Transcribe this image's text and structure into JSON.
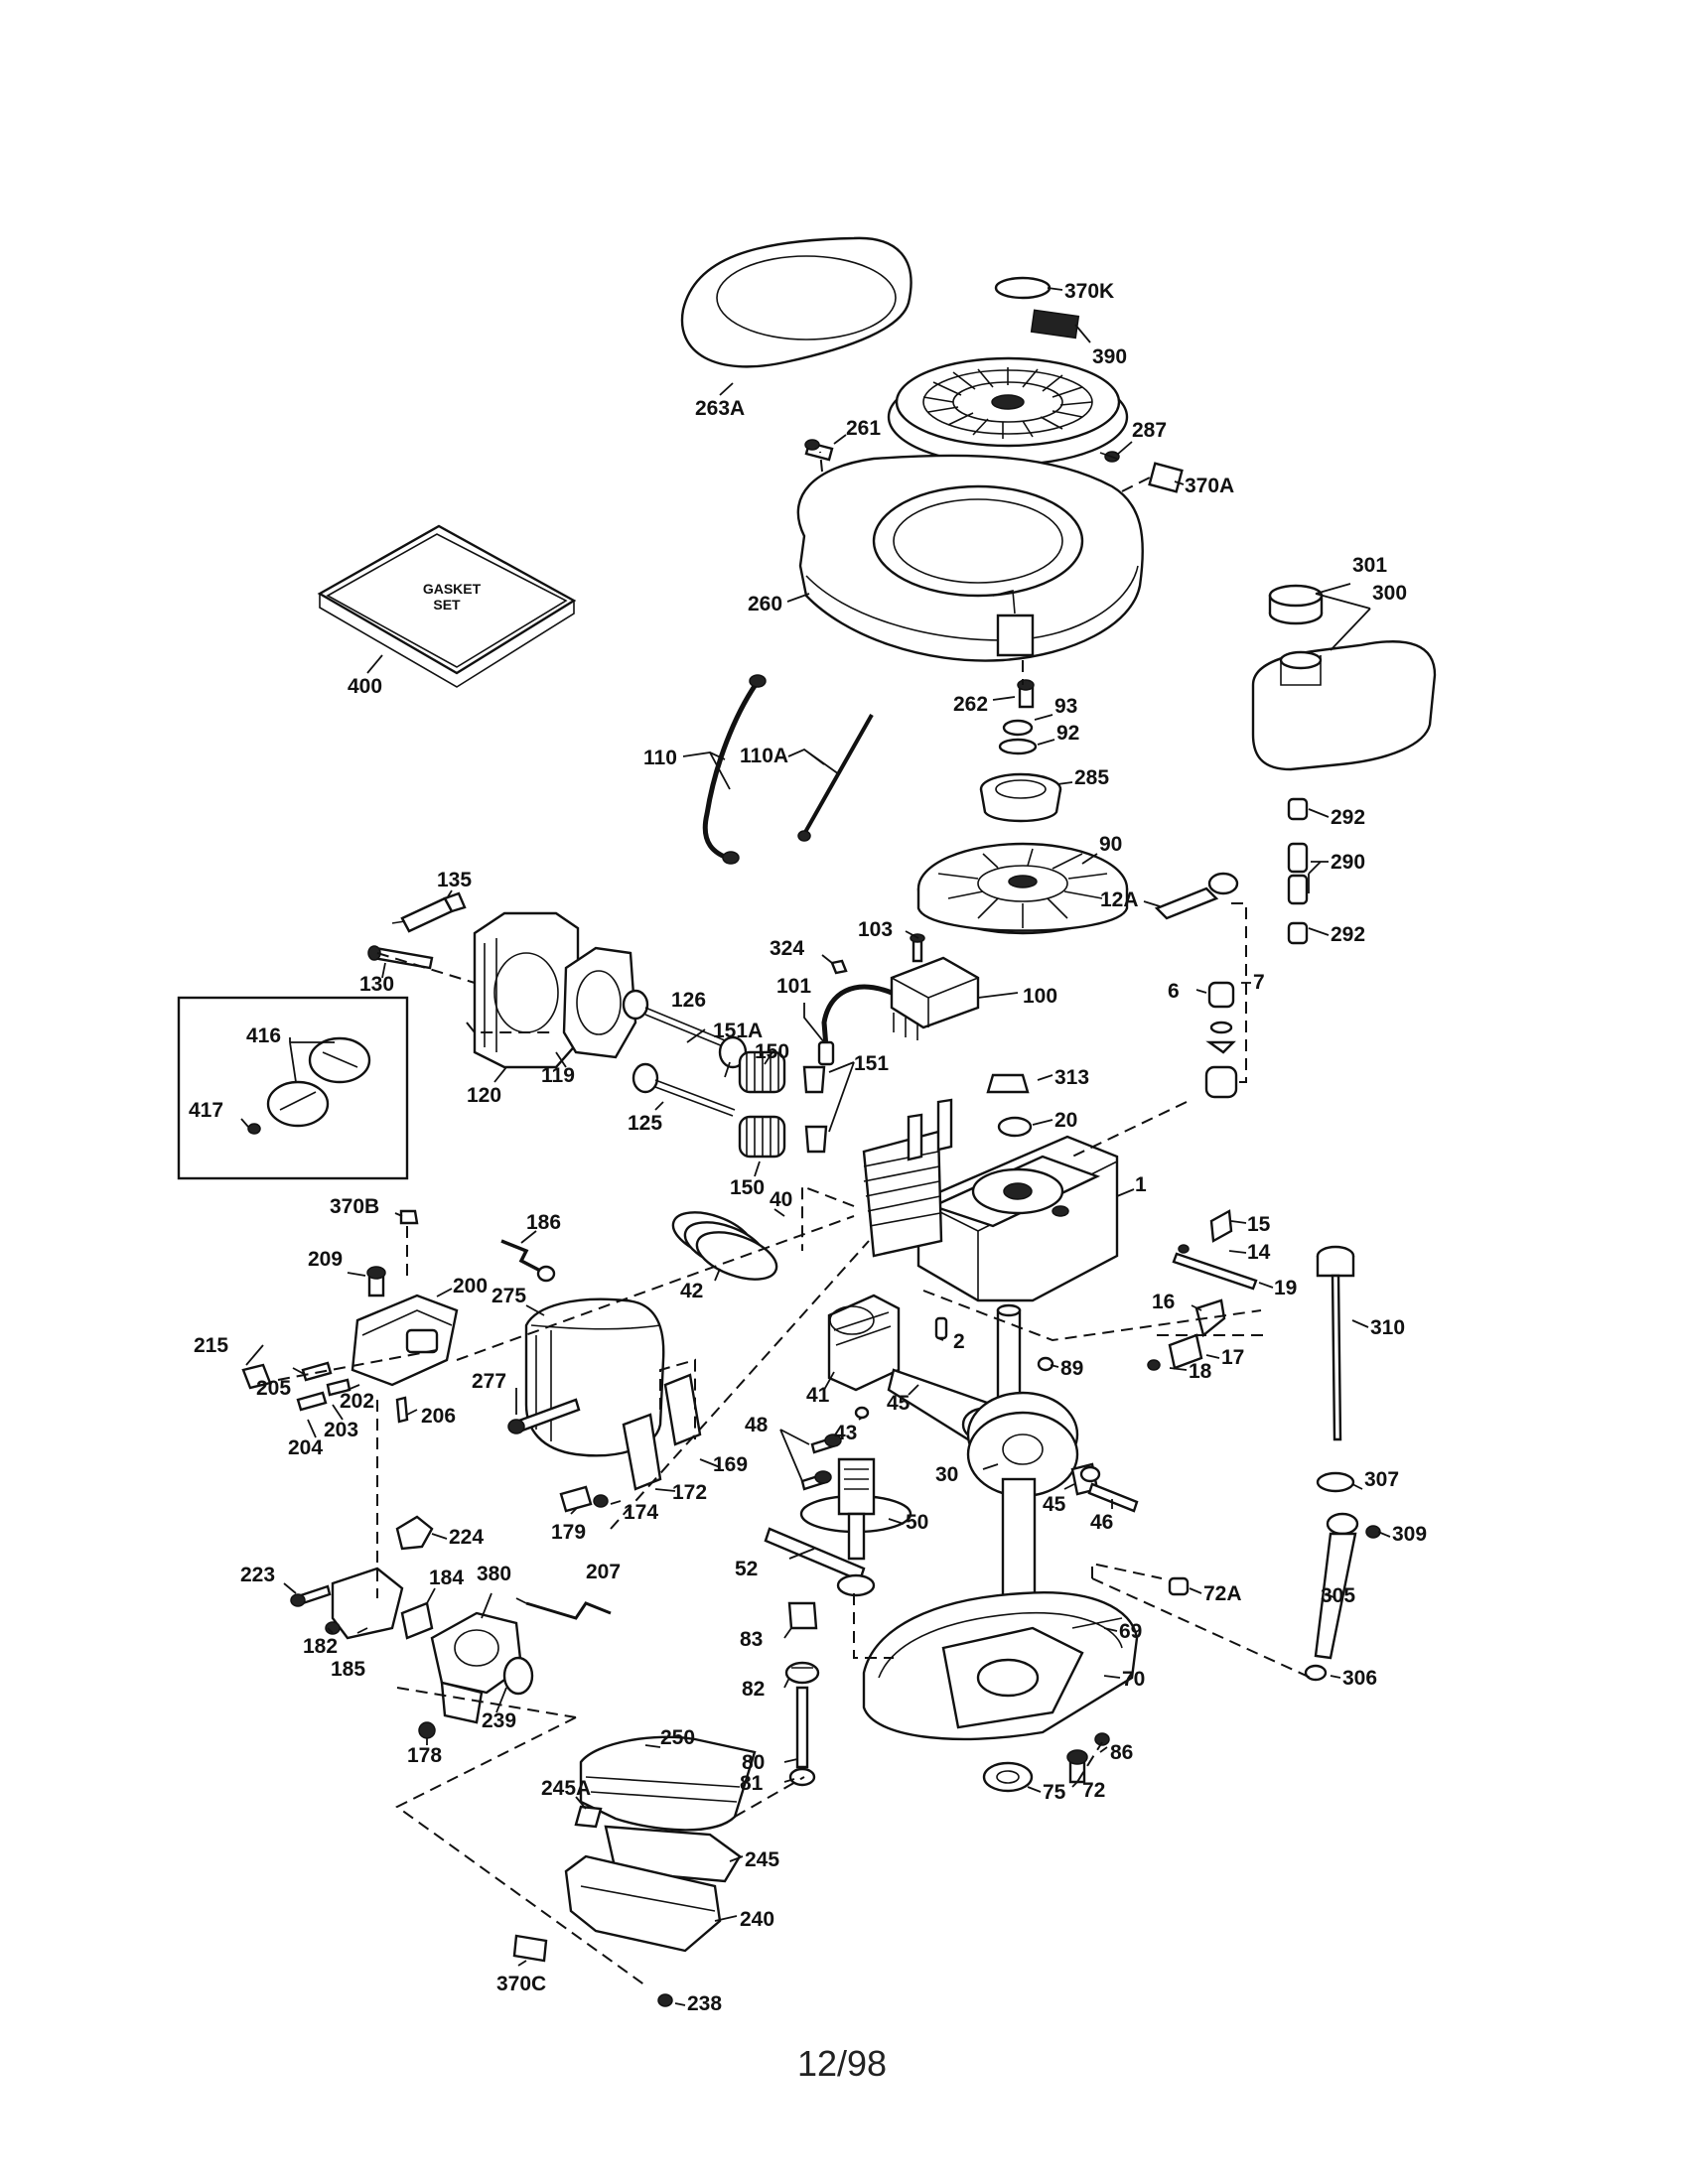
{
  "page_number": "12/98",
  "gasket_set_text": "GASKET\nSET",
  "labels": [
    "370K",
    "390",
    "263A",
    "261",
    "287",
    "370A",
    "260",
    "301",
    "300",
    "400",
    "262",
    "93",
    "92",
    "285",
    "110",
    "110A",
    "292",
    "90",
    "290",
    "12A",
    "292",
    "135",
    "130",
    "120",
    "119",
    "324",
    "103",
    "101",
    "100",
    "126",
    "151A",
    "150",
    "6",
    "7",
    "313",
    "20",
    "416",
    "417",
    "125",
    "151",
    "150",
    "1",
    "370B",
    "186",
    "40",
    "15",
    "209",
    "200",
    "14",
    "19",
    "275",
    "42",
    "16",
    "310",
    "215",
    "17",
    "18",
    "205",
    "202",
    "2",
    "89",
    "41",
    "206",
    "204",
    "203",
    "277",
    "43",
    "45",
    "48",
    "169",
    "172",
    "174",
    "179",
    "50",
    "30",
    "45",
    "46",
    "307",
    "224",
    "309",
    "223",
    "207",
    "184",
    "380",
    "52",
    "182",
    "185",
    "72A",
    "305",
    "83",
    "69",
    "70",
    "306",
    "178",
    "239",
    "82",
    "250",
    "80",
    "86",
    "245A",
    "72",
    "75",
    "81",
    "245",
    "240",
    "370C",
    "238"
  ]
}
